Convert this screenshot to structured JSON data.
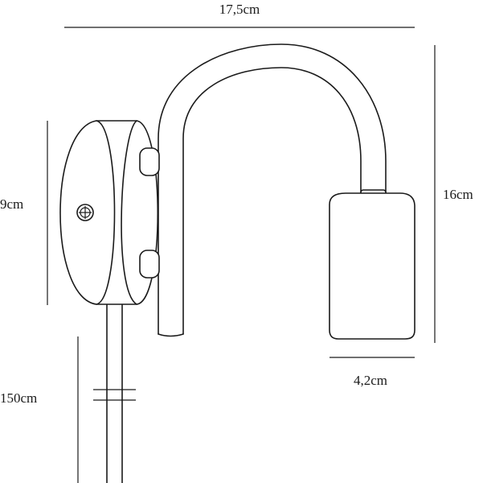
{
  "diagram": {
    "dimensions": {
      "width": "17,5cm",
      "height": "16cm",
      "base_height": "9cm",
      "shade_diameter": "4,2cm",
      "cable_length": "150cm"
    }
  }
}
